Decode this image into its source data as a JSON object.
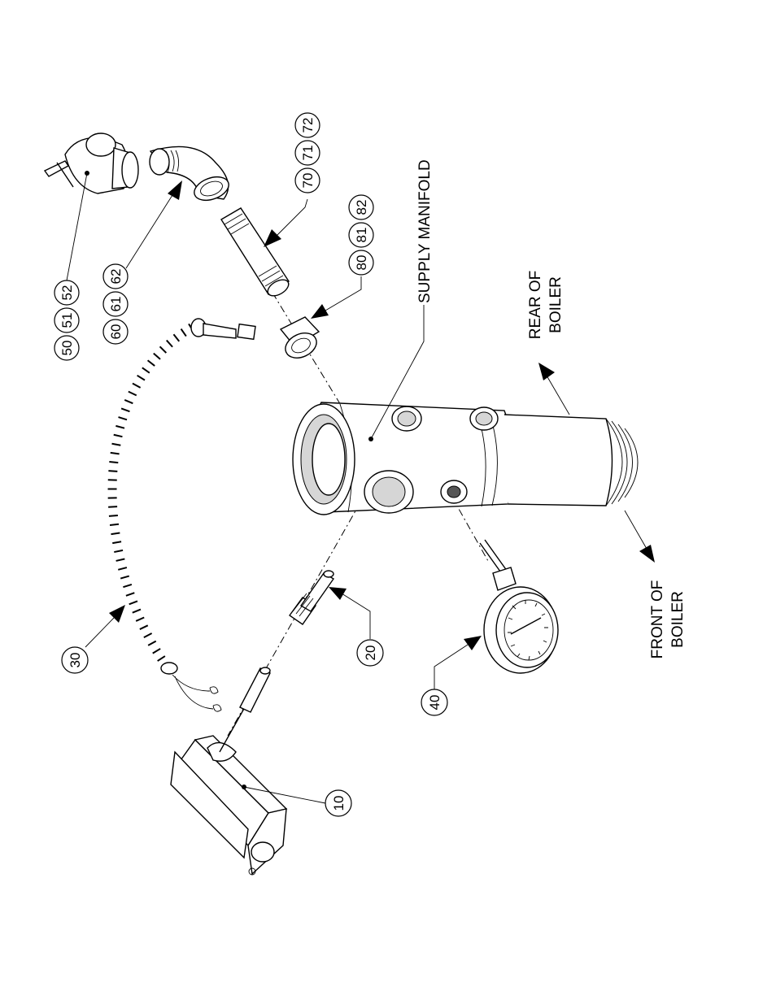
{
  "labels": {
    "supply_manifold": "SUPPLY MANIFOLD",
    "rear_line1": "REAR OF",
    "rear_line2": "BOILER",
    "front_line1": "FRONT OF",
    "front_line2": "BOILER"
  },
  "callouts": {
    "c10": "10",
    "c20": "20",
    "c30": "30",
    "c40": "40",
    "c50": "50",
    "c51": "51",
    "c52": "52",
    "c60": "60",
    "c61": "61",
    "c62": "62",
    "c70": "70",
    "c71": "71",
    "c72": "72",
    "c80": "80",
    "c81": "81",
    "c82": "82"
  }
}
